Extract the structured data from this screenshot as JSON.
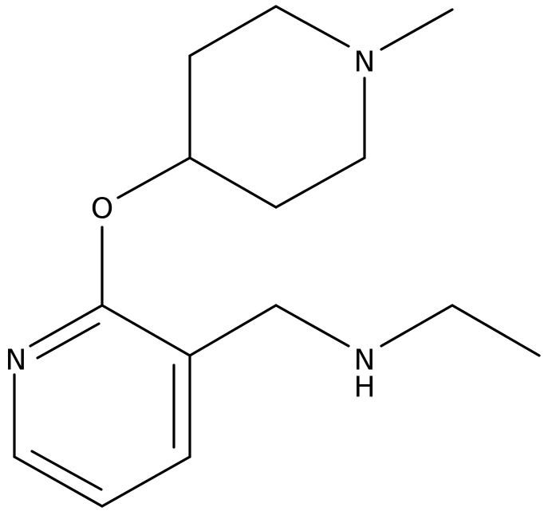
{
  "structure": {
    "atoms": {
      "n_piperidine": "N",
      "o_ether": "O",
      "n_pyridine": "N",
      "n_amine": "N",
      "h_amine": "H"
    }
  }
}
